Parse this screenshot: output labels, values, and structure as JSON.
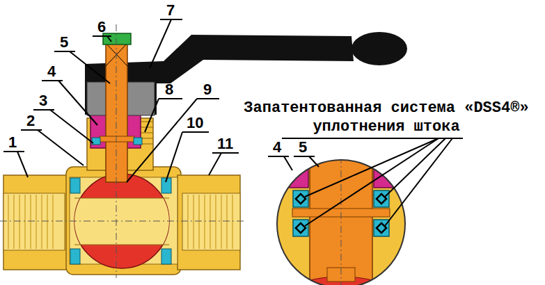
{
  "diagram": {
    "labels": [
      "7",
      "6",
      "5",
      "4",
      "3",
      "2",
      "8",
      "9",
      "10",
      "1",
      "11",
      "Запатентованная система «DSS4®» уплотнения штока",
      "4",
      "5"
    ]
  }
}
